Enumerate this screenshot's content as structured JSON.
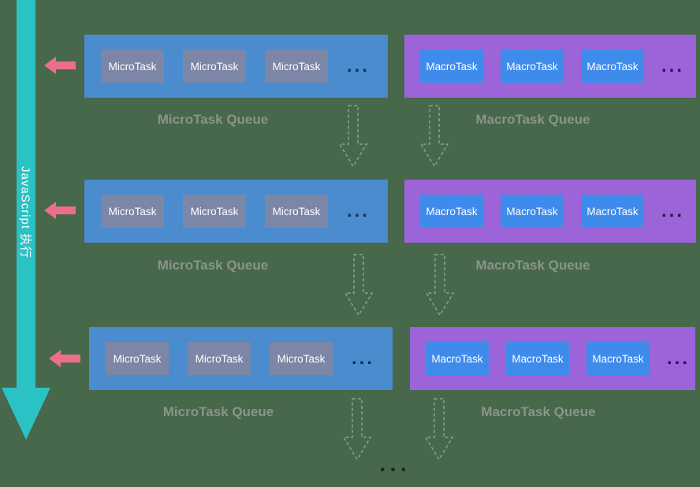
{
  "js_arrow": {
    "label": "JavaScript 执行",
    "color": "#2bc2c5"
  },
  "colors": {
    "background": "#47684b",
    "micro_queue_box": "#4a8ccd",
    "micro_task_box": "#7c86a6",
    "macro_queue_box": "#9d63d8",
    "macro_task_box": "#3f8bec",
    "pink_arrow": "#ee6d8d",
    "queue_label_text": "#8b948b",
    "dashed_arrow": "#83a888",
    "task_text": "#ffffff"
  },
  "rows": [
    {
      "micro": {
        "queue_label": "MicroTask Queue",
        "tasks": [
          "MicroTask",
          "MicroTask",
          "MicroTask"
        ],
        "ellipsis": "..."
      },
      "macro": {
        "queue_label": "MacroTask Queue",
        "tasks": [
          "MacroTask",
          "MacroTask",
          "MacroTask"
        ],
        "ellipsis": "..."
      }
    },
    {
      "micro": {
        "queue_label": "MicroTask Queue",
        "tasks": [
          "MicroTask",
          "MicroTask",
          "MicroTask"
        ],
        "ellipsis": "..."
      },
      "macro": {
        "queue_label": "MacroTask Queue",
        "tasks": [
          "MacroTask",
          "MacroTask",
          "MacroTask"
        ],
        "ellipsis": "..."
      }
    },
    {
      "micro": {
        "queue_label": "MicroTask Queue",
        "tasks": [
          "MicroTask",
          "MicroTask",
          "MicroTask"
        ],
        "ellipsis": "..."
      },
      "macro": {
        "queue_label": "MacroTask Queue",
        "tasks": [
          "MacroTask",
          "MacroTask",
          "MacroTask"
        ],
        "ellipsis": "..."
      }
    }
  ],
  "bottom_ellipsis": "..."
}
